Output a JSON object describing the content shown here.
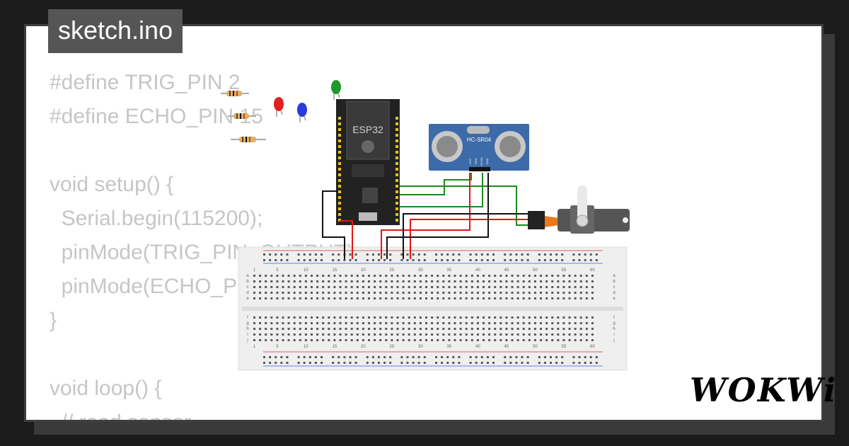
{
  "tab": {
    "filename": "sketch.ino"
  },
  "code_lines": [
    "#define TRIG_PIN 2",
    "#define ECHO_PIN 15",
    "",
    "void setup() {",
    "  Serial.begin(115200);",
    "  pinMode(TRIG_PIN, OUTPUT);",
    "  pinMode(ECHO_PIN, INPUT);",
    "}",
    "",
    "void loop() {",
    "  // read sensor"
  ],
  "board": {
    "label": "ESP32"
  },
  "sensor": {
    "label": "HC-SR04",
    "pins": [
      "VCC",
      "TRIG",
      "ECHO",
      "GND"
    ]
  },
  "breadboard": {
    "column_numbers": [
      "1",
      "5",
      "10",
      "15",
      "20",
      "25",
      "30",
      "35",
      "40",
      "45",
      "50",
      "55",
      "60"
    ],
    "row_letters_top": [
      "a",
      "b",
      "c",
      "d",
      "e"
    ],
    "row_letters_bottom": [
      "f",
      "g",
      "h",
      "i",
      "j"
    ]
  },
  "leds": [
    {
      "color": "red",
      "hex": "#e02020"
    },
    {
      "color": "blue",
      "hex": "#2a3adc"
    },
    {
      "color": "green",
      "hex": "#1f9a2a"
    }
  ],
  "wire_colors": {
    "green": "#1a8a1a",
    "red": "#e81414",
    "black": "#111111"
  },
  "brand": {
    "logo_text": "WOKWi"
  }
}
